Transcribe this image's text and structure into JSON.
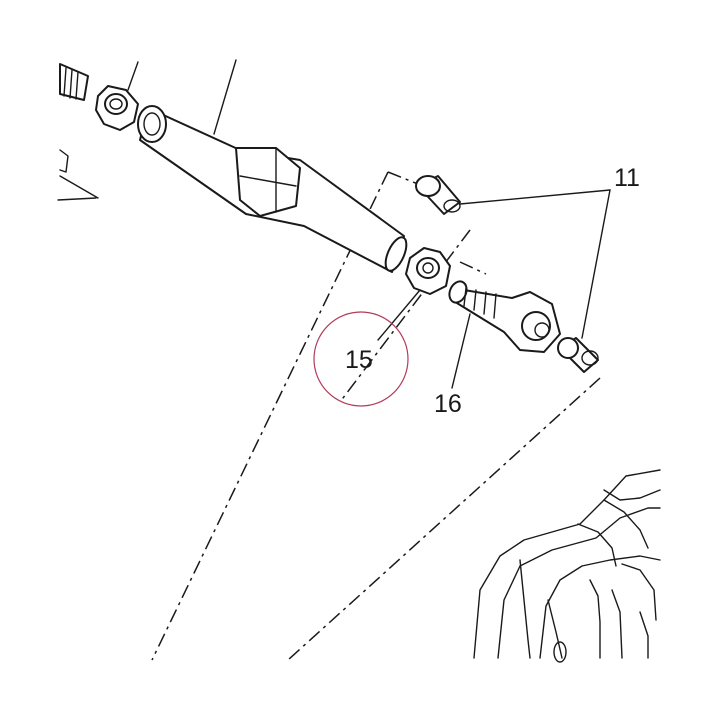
{
  "diagram": {
    "callouts": {
      "c11": "11",
      "c15": "15",
      "c16": "16"
    },
    "colors": {
      "line": "#1a1a1a",
      "highlight_circle": "#b23a5a",
      "background": "#ffffff"
    }
  }
}
